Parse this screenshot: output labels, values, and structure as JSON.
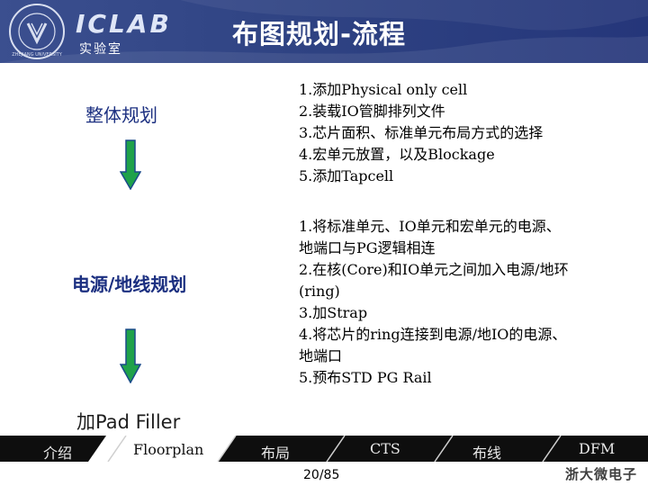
{
  "header": {
    "brand_name": "ICLAB",
    "brand_sub": "实验室",
    "title": "布图规划-流程",
    "seal_text": "ZHEJIANG UNIVERSITY"
  },
  "steps": [
    {
      "label": "整体规划"
    },
    {
      "label": "电源/地线规划"
    },
    {
      "label": "加Pad Filler"
    }
  ],
  "details": {
    "overall": [
      "1.添加Physical only cell",
      "2.装载IO管脚排列文件",
      "3.芯片面积、标准单元布局方式的选择",
      "4.宏单元放置，以及Blockage",
      "5.添加Tapcell"
    ],
    "power": [
      "1.将标准单元、IO单元和宏单元的电源、",
      "地端口与PG逻辑相连",
      "2.在核(Core)和IO单元之间加入电源/地环",
      "(ring)",
      "3.加Strap",
      "4.将芯片的ring连接到电源/地IO的电源、",
      "地端口",
      "5.预布STD PG Rail"
    ]
  },
  "nav": {
    "items": [
      {
        "label": "介绍"
      },
      {
        "label": "Floorplan",
        "active": true
      },
      {
        "label": "布局"
      },
      {
        "label": "CTS"
      },
      {
        "label": "布线"
      },
      {
        "label": "DFM"
      }
    ]
  },
  "footer": {
    "page": "20/85",
    "brand": "浙大微电子"
  },
  "colors": {
    "header_bg": "#2f4383",
    "arrow_fill": "#1fa24a",
    "arrow_stroke": "#1a4a8a",
    "step_text": "#1b2f80",
    "nav_bg": "#0e0e0e",
    "nav_active": "#ffffff"
  }
}
